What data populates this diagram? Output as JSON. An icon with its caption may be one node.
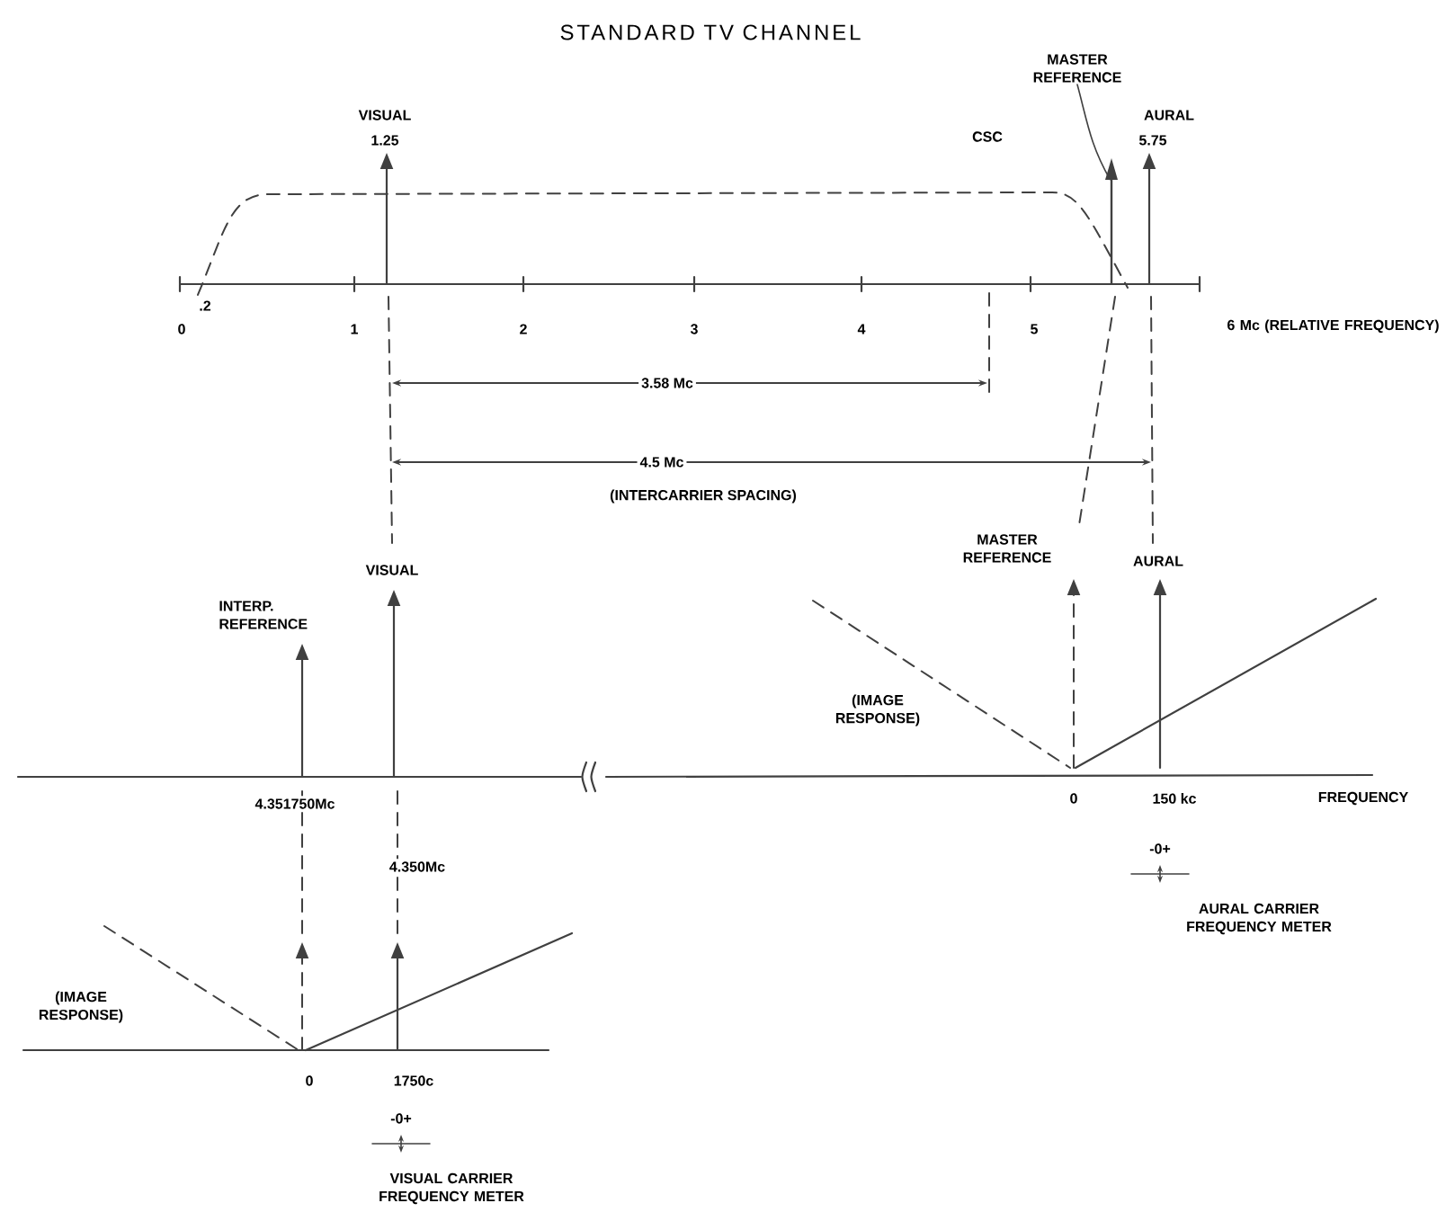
{
  "diagram": {
    "title": "STANDARD TV CHANNEL",
    "nodes": [
      {
        "text": [
          "MASTER REFERENCE"
        ]
      },
      {
        "text": [],
        "shape": "arrow"
      }
    ],
    "edges": [
      {
        "from": 0,
        "to": 1,
        "arrow": "none"
      }
    ],
    "labels": [
      "VISUAL",
      "1.25",
      "CSC",
      "AURAL",
      "5.75",
      ".2",
      "0",
      "1",
      "2",
      "3",
      "4",
      "5",
      "6 Mc (RELATIVE FREQUENCY)",
      "3.58 Mc",
      "4.5 Mc",
      "(INTERCARRIER SPACING)",
      "VISUAL",
      "INTERP. REFERENCE",
      "4.351750Mc",
      "4.350Mc",
      "(IMAGE RESPONSE)",
      "0",
      "1750c",
      "-0+",
      "VISUAL CARRIER FREQUENCY METER",
      "MASTER REFERENCE",
      "AURAL",
      "(IMAGE RESPONSE)",
      "0",
      "150 kc",
      "FREQUENCY",
      "-0+",
      "AURAL CARRIER FREQUENCY METER"
    ]
  }
}
